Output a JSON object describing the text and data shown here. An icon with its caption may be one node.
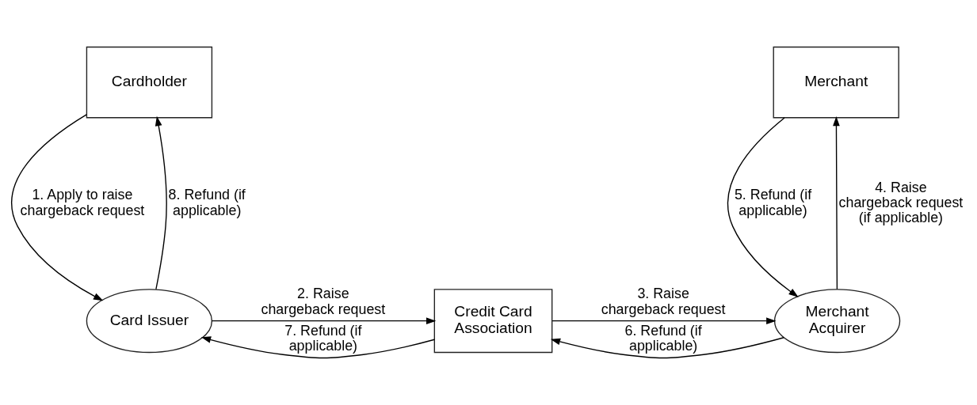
{
  "diagram": {
    "nodes": [
      {
        "text": [
          "Cardholder"
        ]
      },
      {
        "text": [
          "Merchant"
        ]
      },
      {
        "text": [
          "Card Issuer"
        ]
      },
      {
        "text": [
          "Credit Card Association"
        ]
      },
      {
        "text": [
          "Merchant Acquirer"
        ]
      }
    ],
    "edges": [
      {
        "from": 0,
        "to": 2,
        "arrow": "to",
        "label": "1. Apply to raise chargeback request"
      },
      {
        "from": 2,
        "to": 3,
        "arrow": "to",
        "label": "2. Raise chargeback request"
      },
      {
        "from": 3,
        "to": 4,
        "arrow": "to",
        "label": "3. Raise chargeback request"
      },
      {
        "from": 4,
        "to": 1,
        "arrow": "to",
        "label": "4. Raise chargeback request (if applicable)"
      },
      {
        "from": 1,
        "to": 4,
        "arrow": "to",
        "label": "5. Refund (if applicable)"
      },
      {
        "from": 4,
        "to": 3,
        "arrow": "to",
        "label": "6. Refund (if applicable)"
      },
      {
        "from": 3,
        "to": 2,
        "arrow": "to",
        "label": "7. Refund (if applicable)"
      },
      {
        "from": 2,
        "to": 0,
        "arrow": "to",
        "label": "8. Refund (if applicable)"
      }
    ]
  }
}
